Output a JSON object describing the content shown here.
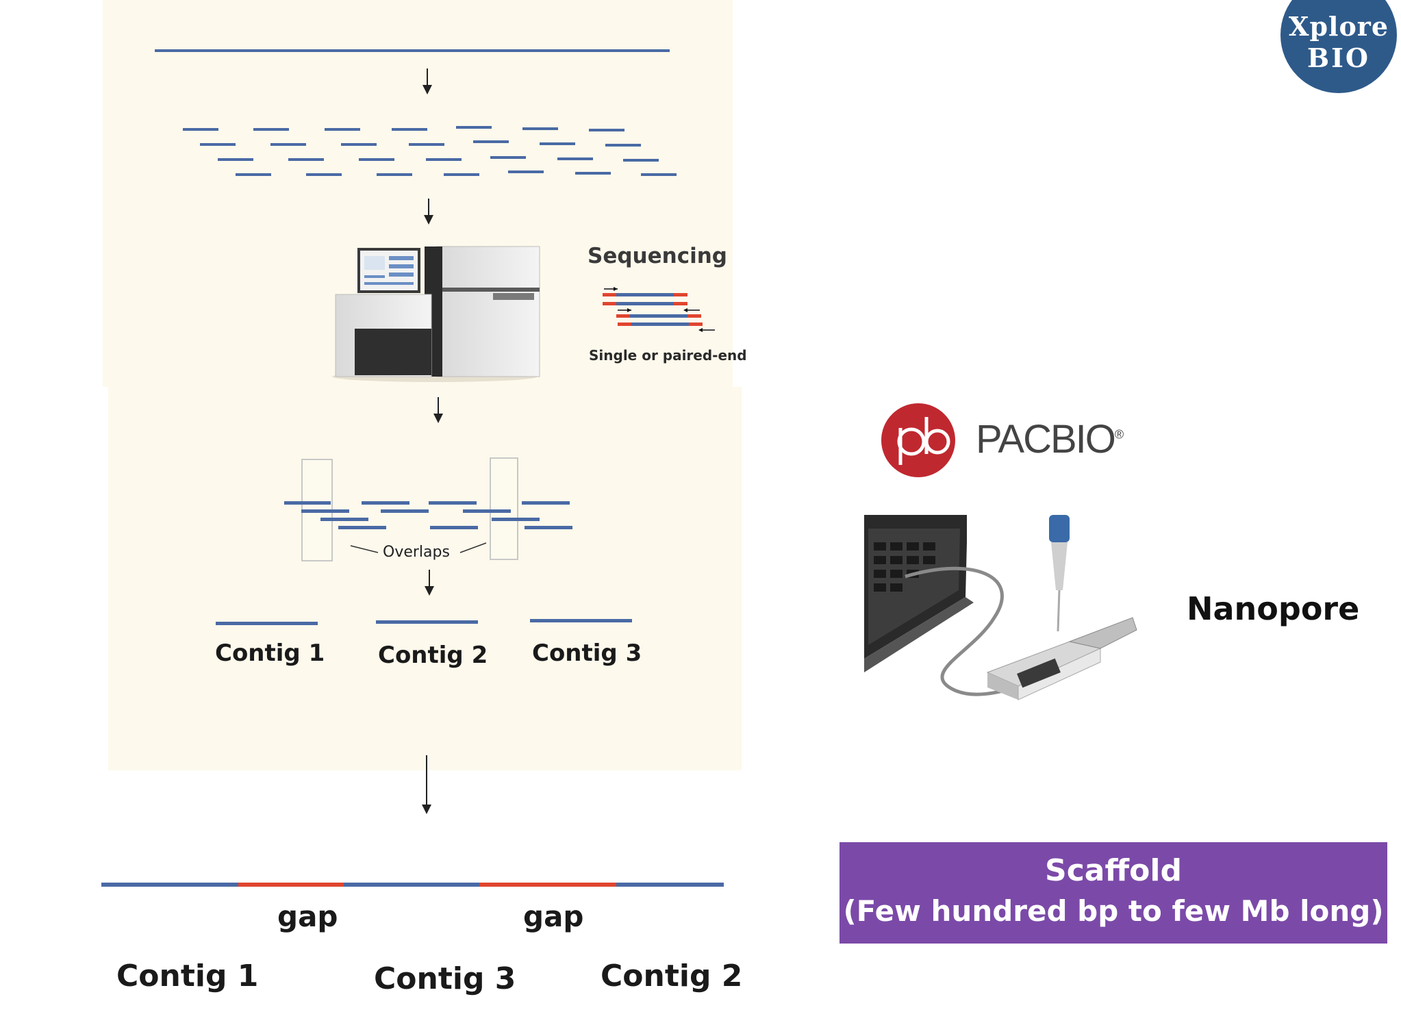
{
  "logo": {
    "line1": "Xplore",
    "line2": "BIO"
  },
  "sequencing": {
    "title": "Sequencing",
    "subtitle": "Single or paired-end"
  },
  "assembly": {
    "overlaps_label": "Overlaps",
    "contigs": [
      "Contig 1",
      "Contig 2",
      "Contig 3"
    ]
  },
  "scaffold_row": {
    "gaps": [
      "gap",
      "gap"
    ],
    "contigs": [
      "Contig 1",
      "Contig 3",
      "Contig 2"
    ]
  },
  "right": {
    "pacbio_logo_text": "PACBIO",
    "pacbio_registered": "®",
    "nanopore_label": "Nanopore",
    "scaffold_line1": "Scaffold",
    "scaffold_line2": "(Few hundred bp to few Mb long)"
  },
  "colors": {
    "panel": "#fdf9ec",
    "read_blue": "#4a6aa5",
    "gap_red": "#e0452f",
    "scaffold_purple": "#7b4aa8",
    "logo_blue": "#2e5a8a",
    "pacbio_red": "#c0282f"
  }
}
